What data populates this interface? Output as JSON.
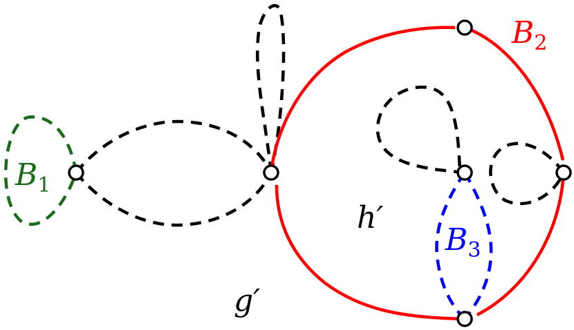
{
  "colors": {
    "black": "#000000",
    "green": "#1a6b1a",
    "red": "#ff0000",
    "blue": "#0000ff"
  },
  "labels": {
    "b1": {
      "main": "B",
      "sub": "1"
    },
    "b2": {
      "main": "B",
      "sub": "2"
    },
    "b3": {
      "main": "B",
      "sub": "3"
    },
    "h_prime": "h′",
    "g_prime": "g′"
  }
}
